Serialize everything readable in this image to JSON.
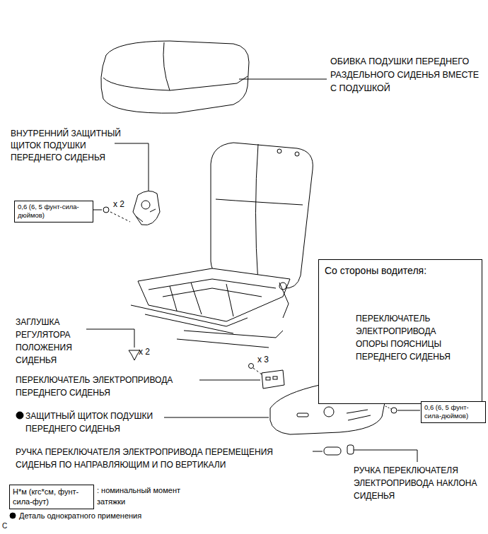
{
  "diagram": {
    "nodes": [
      {
        "text": [
          "0,6 (6, 5 фунт-сила-дюймов)"
        ]
      },
      {
        "text": [
          "Со стороны водителя:",
          "ПЕРЕКЛЮЧАТЕЛЬ ЭЛЕКТРОПРИВОДА ОПОРЫ ПОЯСНИЦЫ ПЕРЕДНЕГО СИДЕНЬЯ"
        ]
      },
      {
        "text": [
          "0,6 (6, 5 фунт-сила-дюймов)"
        ]
      },
      {
        "text": [
          "Н*м (кгс*см, фунт-сила-фут)"
        ]
      }
    ],
    "labels": [
      "ОБИВКА ПОДУШКИ ПЕРЕДНЕГО РАЗДЕЛЬНОГО СИДЕНЬЯ ВМЕСТЕ С ПОДУШКОЙ",
      "ВНУТРЕННИЙ ЗАЩИТНЫЙ ЩИТОК ПОДУШКИ ПЕРЕДНЕГО СИДЕНЬЯ",
      "x 2",
      "ЗАГЛУШКА РЕГУЛЯТОРА ПОЛОЖЕНИЯ СИДЕНЬЯ",
      "x 2",
      "x 3",
      "ПЕРЕКЛЮЧАТЕЛЬ ЭЛЕКТРОПРИВОДА ПЕРЕДНЕГО СИДЕНЬЯ",
      "ЗАЩИТНЫЙ ЩИТОК ПОДУШКИ ПЕРЕДНЕГО СИДЕНЬЯ",
      "РУЧКА ПЕРЕКЛЮЧАТЕЛЯ ЭЛЕКТРОПРИВОДА ПЕРЕМЕЩЕНИЯ СИДЕНЬЯ ПО НАПРАВЛЯЮЩИМ И ПО ВЕРТИКАЛИ",
      "РУЧКА ПЕРЕКЛЮЧАТЕЛЯ ЭЛЕКТРОПРИВОДА НАКЛОНА СИДЕНЬЯ",
      "C"
    ],
    "legend": [
      {
        "text": ": номинальный момент затяжки"
      },
      {
        "text": "Деталь однократного применения"
      }
    ]
  }
}
